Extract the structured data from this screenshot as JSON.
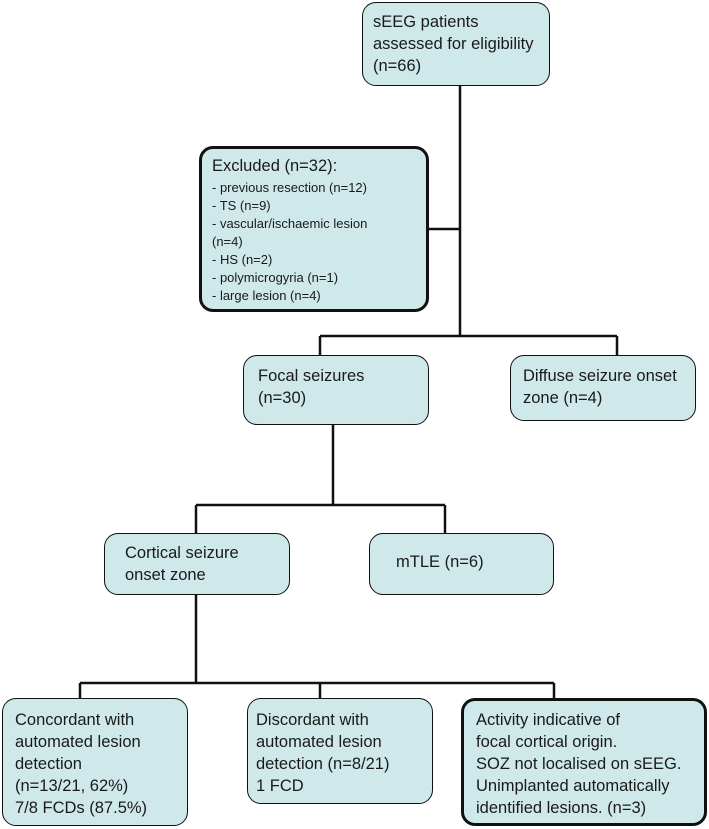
{
  "boxes": {
    "eligible": {
      "lines": [
        "sEEG patients",
        "assessed for eligibility",
        "(n=66)"
      ]
    },
    "excluded": {
      "title": "Excluded (n=32):",
      "items": [
        " - previous resection (n=12)",
        " - TS (n=9)",
        " - vascular/ischaemic lesion",
        "(n=4)",
        " - HS (n=2)",
        " - polymicrogyria (n=1)",
        " - large lesion (n=4)"
      ]
    },
    "focal": {
      "lines": [
        "Focal seizures",
        "(n=30)"
      ]
    },
    "diffuse": {
      "lines": [
        "Diffuse seizure onset",
        "zone (n=4)"
      ]
    },
    "cortical": {
      "lines": [
        "Cortical seizure",
        "onset zone"
      ]
    },
    "mtle": {
      "lines": [
        "mTLE (n=6)"
      ]
    },
    "concordant": {
      "lines": [
        "Concordant with",
        "automated lesion",
        "detection",
        "(n=13/21, 62%)",
        "7/8 FCDs (87.5%)"
      ]
    },
    "discordant": {
      "lines": [
        "Discordant with",
        "automated lesion",
        "detection (n=8/21)",
        "1 FCD"
      ]
    },
    "activity": {
      "lines": [
        "Activity indicative of",
        "focal cortical origin.",
        "SOZ not localised on sEEG.",
        "Unimplanted automatically",
        "identified lesions. (n=3)"
      ]
    }
  },
  "colors": {
    "box_fill": "#cfe8ea",
    "border": "#111111",
    "connector": "#111111"
  }
}
